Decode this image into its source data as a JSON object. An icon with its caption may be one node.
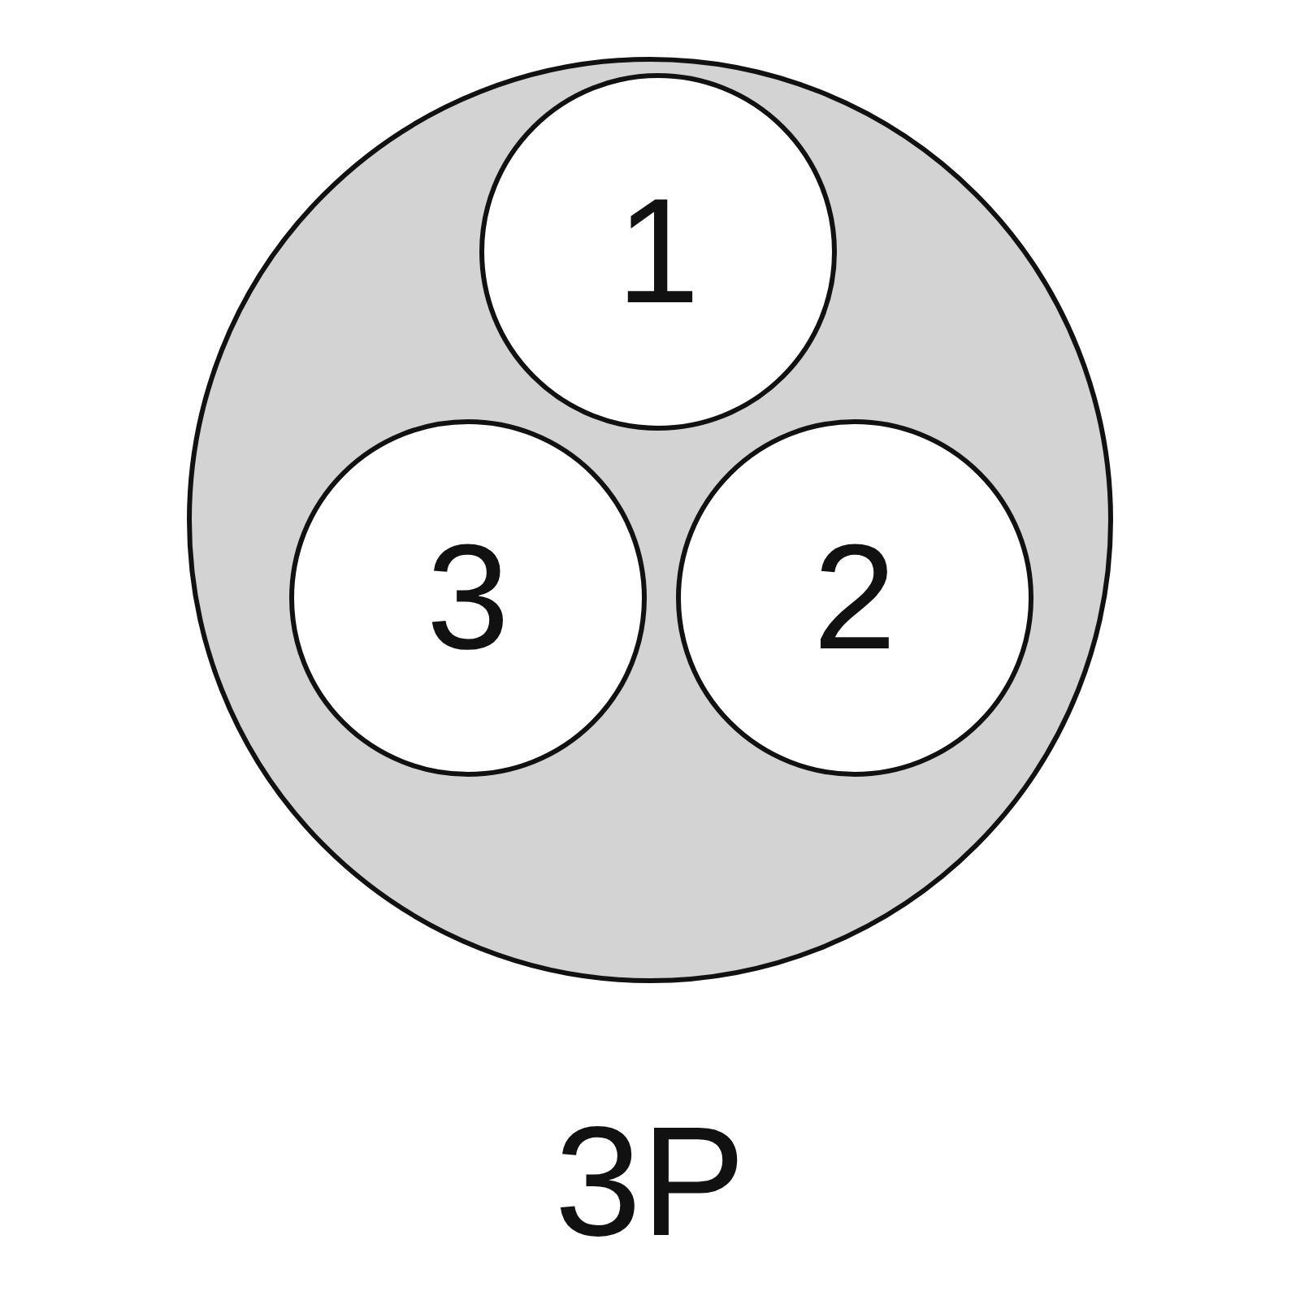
{
  "diagram": {
    "caption": "3P",
    "nodes": [
      {
        "text": [],
        "shape": "circle"
      },
      {
        "text": [
          "1"
        ],
        "in": 0
      },
      {
        "text": [
          "3"
        ],
        "in": 0
      },
      {
        "text": [
          "2"
        ],
        "in": 0
      }
    ]
  }
}
